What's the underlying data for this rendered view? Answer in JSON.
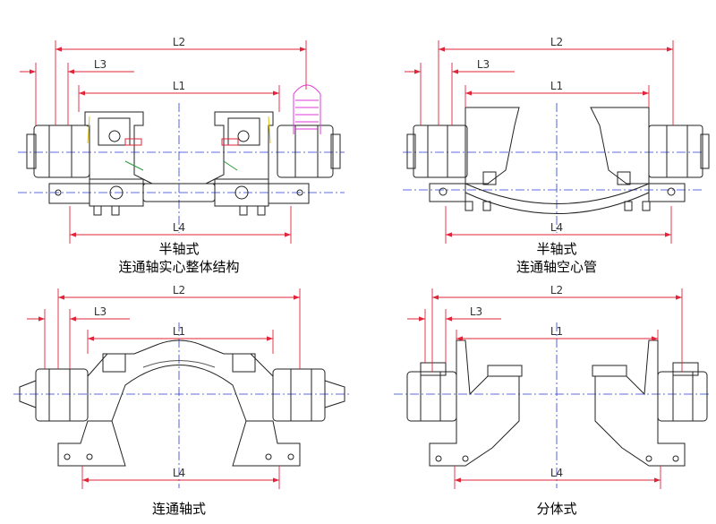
{
  "panels": [
    {
      "id": "half-axle-solid",
      "caption_line1": "半轴式",
      "caption_line2": "连通轴实心整体结构",
      "dims": {
        "L1": "L1",
        "L2": "L2",
        "L3": "L3",
        "L4": "L4"
      }
    },
    {
      "id": "half-axle-hollow",
      "caption_line1": "半轴式",
      "caption_line2": "连通轴空心管",
      "dims": {
        "L1": "L1",
        "L2": "L2",
        "L3": "L3",
        "L4": "L4"
      }
    },
    {
      "id": "connected-axle",
      "caption_line1": "连通轴式",
      "caption_line2": "",
      "dims": {
        "L1": "L1",
        "L2": "L2",
        "L3": "L3",
        "L4": "L4"
      }
    },
    {
      "id": "split",
      "caption_line1": "分体式",
      "caption_line2": "",
      "dims": {
        "L1": "L1",
        "L2": "L2",
        "L3": "L3",
        "L4": "L4"
      }
    }
  ],
  "colors": {
    "line": "#222222",
    "dimension": "#e0243a",
    "centerline": "#2a3bd6",
    "accent_magenta": "#e23ad8",
    "accent_green": "#2c9a3a",
    "accent_yellow": "#d8c21a"
  }
}
